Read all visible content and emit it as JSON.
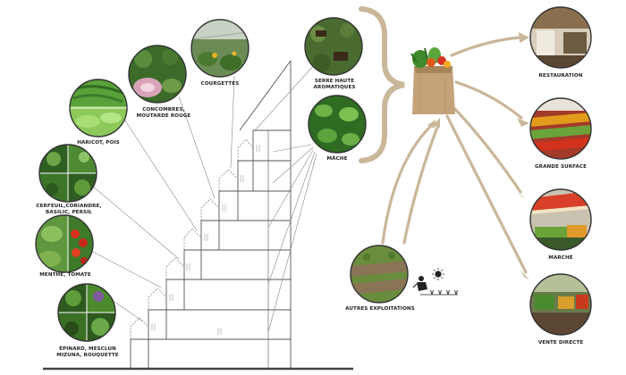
{
  "colors": {
    "line": "#555555",
    "arrow": "#c9b79a",
    "bag": "#c4a27a",
    "leaf_dark": "#2f5e22",
    "leaf_light": "#7cb342"
  },
  "crops": [
    {
      "id": "epinard",
      "label": "ÉPINARD, MESCLUN\nMIZUNA, ROUQUETTE",
      "icon": "spinach-mix-photo"
    },
    {
      "id": "menthe",
      "label": "MENTHE, TOMATE",
      "icon": "mint-tomato-photo"
    },
    {
      "id": "cerfeuil",
      "label": "CERFEUIL,CORIANDRE,\nBASILIC, PERSIL",
      "icon": "herbs-photo"
    },
    {
      "id": "haricot",
      "label": "HARICOT, POIS",
      "icon": "bean-pea-photo"
    },
    {
      "id": "concombres",
      "label": "CONCOMBRES,\nMOUTARDE ROUGE",
      "icon": "cucumber-mustard-photo"
    },
    {
      "id": "courgettes",
      "label": "COURGETTES",
      "icon": "zucchini-greenhouse-photo"
    },
    {
      "id": "serre",
      "label": "SERRE HAUTE AROMATIQUES",
      "icon": "aromatic-greenhouse-photo"
    },
    {
      "id": "mache",
      "label": "MÂCHE",
      "icon": "lamb-lettuce-photo"
    }
  ],
  "sources": [
    {
      "id": "autres",
      "label": "AUTRES EXPLOITATIONS",
      "icon": "farm-field-photo"
    }
  ],
  "outlets": [
    {
      "id": "restauration",
      "label": "RESTAURATION",
      "icon": "restaurant-photo"
    },
    {
      "id": "grande_surface",
      "label": "GRANDE SURFACE",
      "icon": "supermarket-photo"
    },
    {
      "id": "marche",
      "label": "MARCHÉ",
      "icon": "market-photo"
    },
    {
      "id": "vente_directe",
      "label": "VENTE DIRECTE",
      "icon": "direct-sale-photo"
    }
  ],
  "hub": {
    "icon": "grocery-bag-icon"
  }
}
